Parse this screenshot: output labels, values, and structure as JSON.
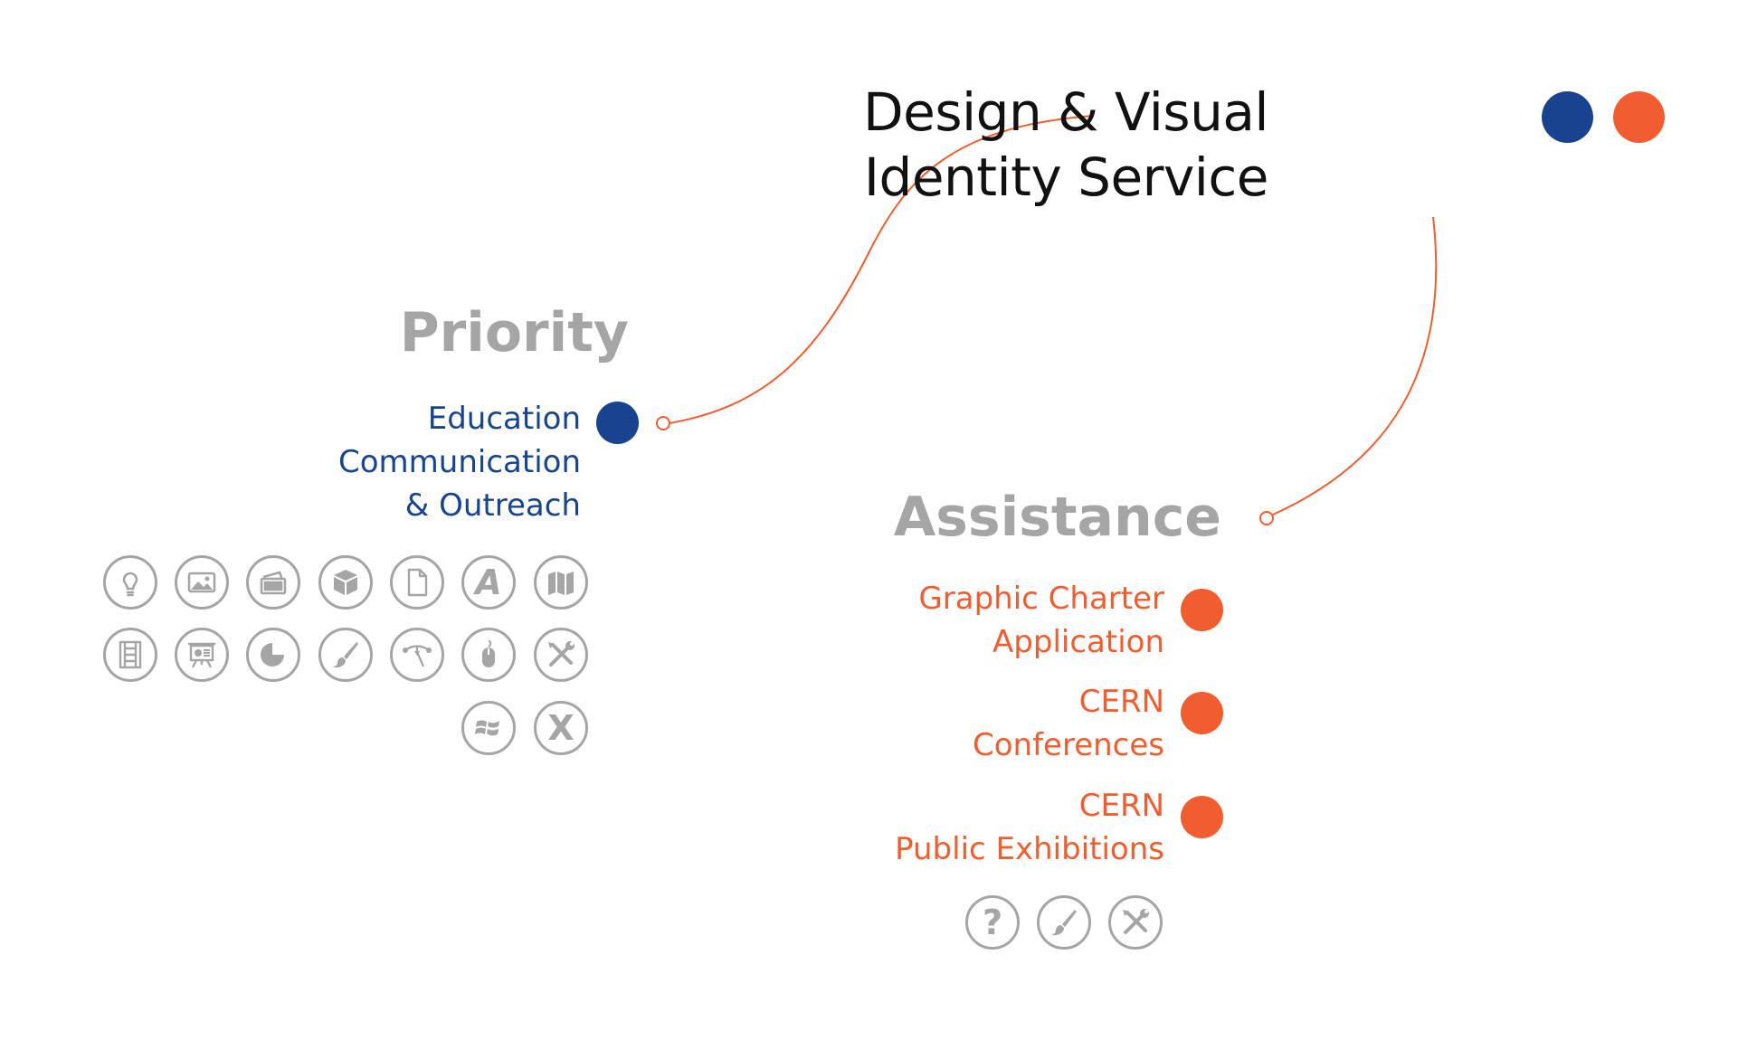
{
  "colors": {
    "blue": "#17438f",
    "orange": "#f15d2f",
    "gray": "#a5a5a5",
    "title": "#111111"
  },
  "title": {
    "line1": "Design & Visual",
    "line2": "Identity Service"
  },
  "priority": {
    "heading": "Priority",
    "items": [
      {
        "line1": "Education",
        "line2": "Communication",
        "line3": "& Outreach"
      }
    ],
    "icons": [
      "lightbulb-icon",
      "image-icon",
      "photo-stack-icon",
      "cube-icon",
      "document-icon",
      "font-a-icon",
      "map-icon",
      "film-icon",
      "presentation-icon",
      "pie-chart-icon",
      "brush-icon",
      "vector-path-icon",
      "mouse-icon",
      "tools-icon",
      "windows-icon",
      "excel-x-icon"
    ]
  },
  "assistance": {
    "heading": "Assistance",
    "items": [
      {
        "line1": "Graphic Charter",
        "line2": "Application"
      },
      {
        "line1": "CERN",
        "line2": "Conferences"
      },
      {
        "line1": "CERN",
        "line2": "Public Exhibitions"
      }
    ],
    "icons": [
      "help-icon",
      "brush-icon",
      "tools-icon"
    ],
    "help_glyph": "?"
  },
  "priority_icons_glyphs": {
    "font_a": "A",
    "excel_x": "X"
  }
}
